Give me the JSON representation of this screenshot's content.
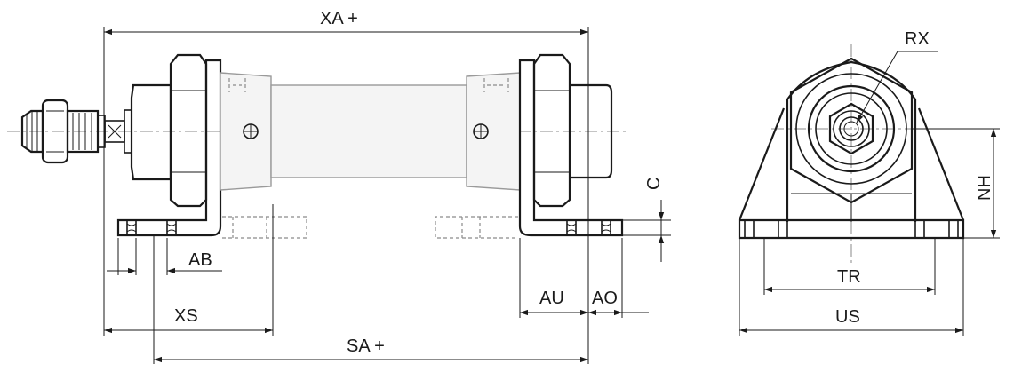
{
  "dimensions": {
    "xa": "XA +",
    "sa": "SA +",
    "xs": "XS",
    "ab": "AB",
    "au": "AU",
    "ao": "AO",
    "c": "C",
    "rx": "RX",
    "nh": "NH",
    "tr": "TR",
    "us": "US"
  }
}
